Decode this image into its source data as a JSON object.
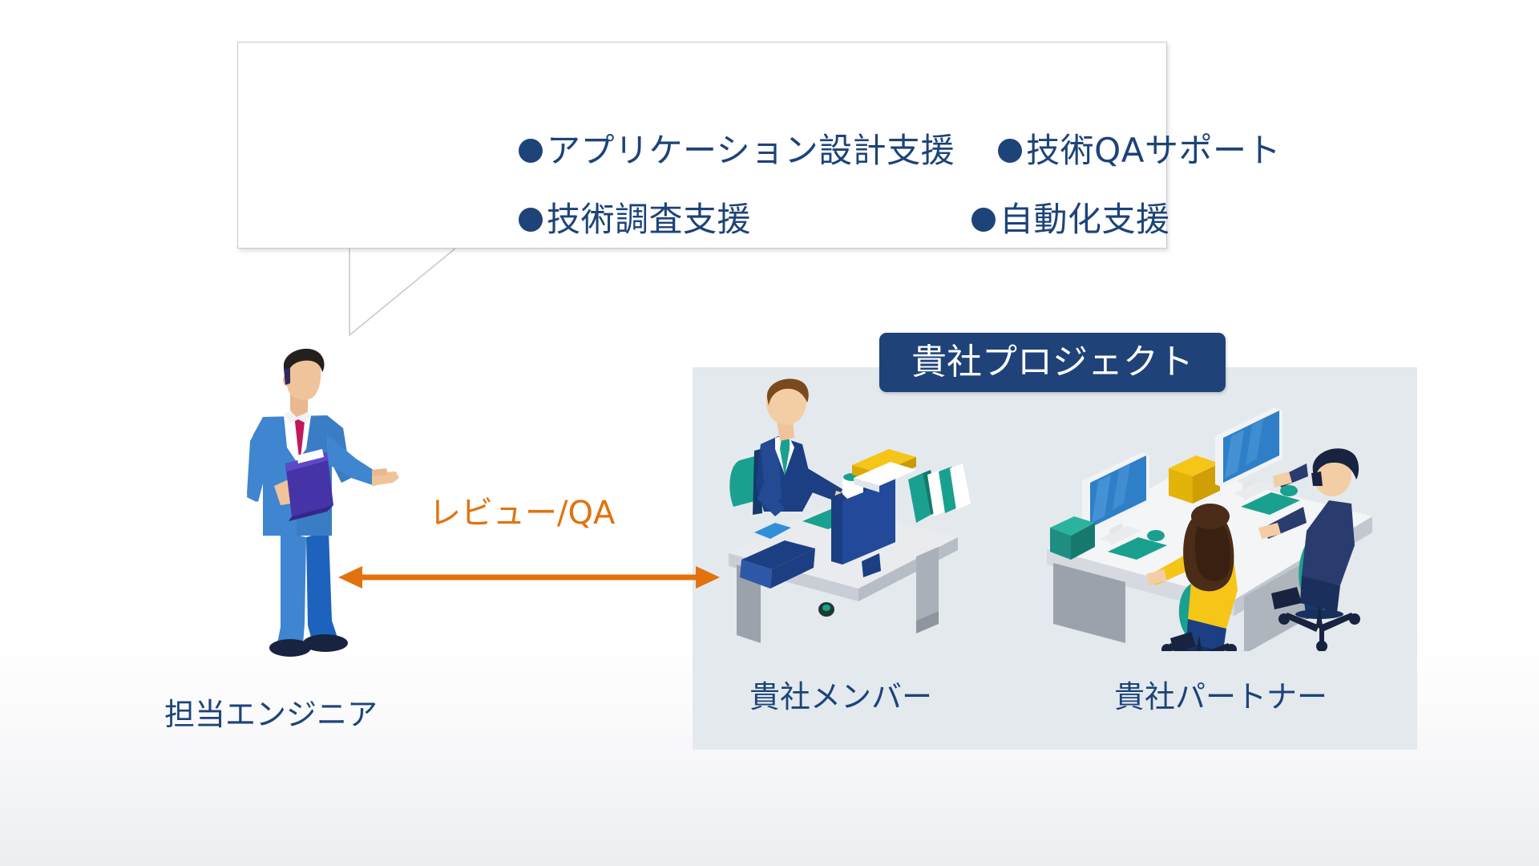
{
  "callout": {
    "items": [
      {
        "id": "app-design-support",
        "label": "●アプリケーション設計支援",
        "text": "アプリケーション設計支援"
      },
      {
        "id": "tech-qa-support",
        "label": "●技術QAサポート",
        "text": "技術QAサポート"
      },
      {
        "id": "tech-research-support",
        "label": "●技術調査支援",
        "text": "技術調査支援"
      },
      {
        "id": "automation-support",
        "label": "●自動化支援",
        "text": "自動化支援"
      }
    ],
    "bullet_glyph": "●",
    "bullet_color": "#1d4379",
    "text_color": "#1d4379",
    "border_color": "#c9c9cf",
    "background": "#ffffff"
  },
  "project": {
    "badge_label": "貴社プロジェクト",
    "badge_color": "#1f4279",
    "badge_text_color": "#ffffff",
    "panel_color": "#e4e9ee",
    "member_label": "貴社メンバー",
    "partner_label": "貴社パートナー"
  },
  "engineer": {
    "label": "担当エンジニア",
    "label_color": "#1d4379",
    "suit_color": "#2f7fc8",
    "tie_color": "#c2185b",
    "clipboard_color": "#4533a8"
  },
  "connection": {
    "label": "レビュー/QA",
    "arrow_color": "#e2720d",
    "label_color": "#e2720d",
    "direction": "bidirectional"
  }
}
